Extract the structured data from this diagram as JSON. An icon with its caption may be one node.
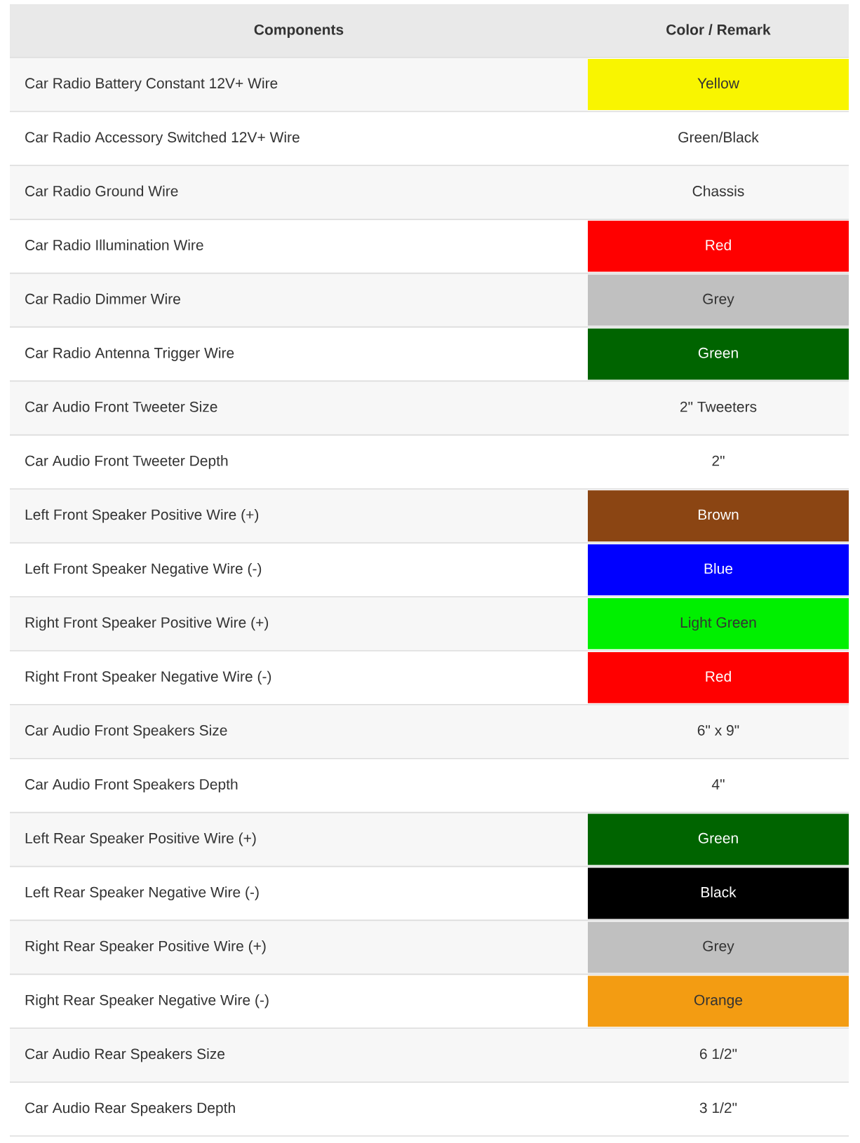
{
  "diagram": {
    "labels": [
      "Components",
      "Color / Remark",
      "Car Radio Battery Constant 12V+ Wire",
      "Yellow",
      "Car Radio Accessory Switched 12V+ Wire",
      "Green/Black",
      "Car Radio Ground Wire",
      "Chassis",
      "Car Radio Illumination Wire",
      "Red",
      "Car Radio Dimmer Wire",
      "Grey",
      "Car Radio Antenna Trigger Wire",
      "Green",
      "Car Audio Front Tweeter Size",
      "2\" Tweeters",
      "Car Audio Front Tweeter Depth",
      "2\"",
      "Left Front Speaker Positive Wire (+)",
      "Brown",
      "Left Front Speaker Negative Wire (-)",
      "Blue",
      "Right Front Speaker Positive Wire (+)",
      "Light Green",
      "Right Front Speaker Negative Wire (-)",
      "Red",
      "Car Audio Front Speakers Size",
      "6\" x 9\"",
      "Car Audio Front Speakers Depth",
      "4\"",
      "Left Rear Speaker Positive Wire (+)",
      "Green",
      "Left Rear Speaker Negative Wire (-)",
      "Black",
      "Right Rear Speaker Positive Wire (+)",
      "Grey",
      "Right Rear Speaker Negative Wire (-)",
      "Orange",
      "Car Audio Rear Speakers Size",
      "6 1/2\"",
      "Car Audio Rear Speakers Depth",
      "3 1/2\""
    ]
  }
}
